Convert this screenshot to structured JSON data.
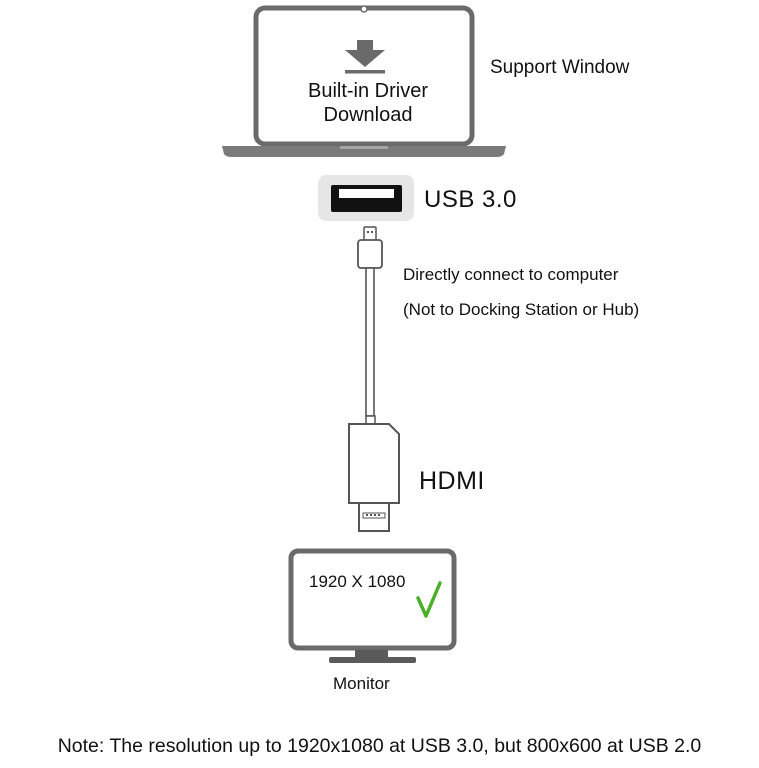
{
  "laptop": {
    "screen_line1": "Built-in Driver",
    "screen_line2": "Download",
    "side_label": "Support Window",
    "icon": "download-arrow-icon"
  },
  "usb_port": {
    "label": "USB 3.0",
    "icon": "usb-port-icon"
  },
  "cable": {
    "instruction_line1": "Directly connect to computer",
    "instruction_line2": "(Not to Docking Station or Hub)",
    "hdmi_label": "HDMI",
    "icons": [
      "usb-plug-icon",
      "hdmi-plug-icon"
    ]
  },
  "monitor": {
    "resolution": "1920 X 1080",
    "label": "Monitor",
    "check_icon": "check-mark-icon",
    "check_color": "#4caf2a"
  },
  "note": "Note: The resolution up to 1920x1080 at USB 3.0, but 800x600 at USB 2.0",
  "colors": {
    "outline": "#666666",
    "usb_port_bg": "#e6e6e6",
    "monitor_base": "#555555"
  }
}
